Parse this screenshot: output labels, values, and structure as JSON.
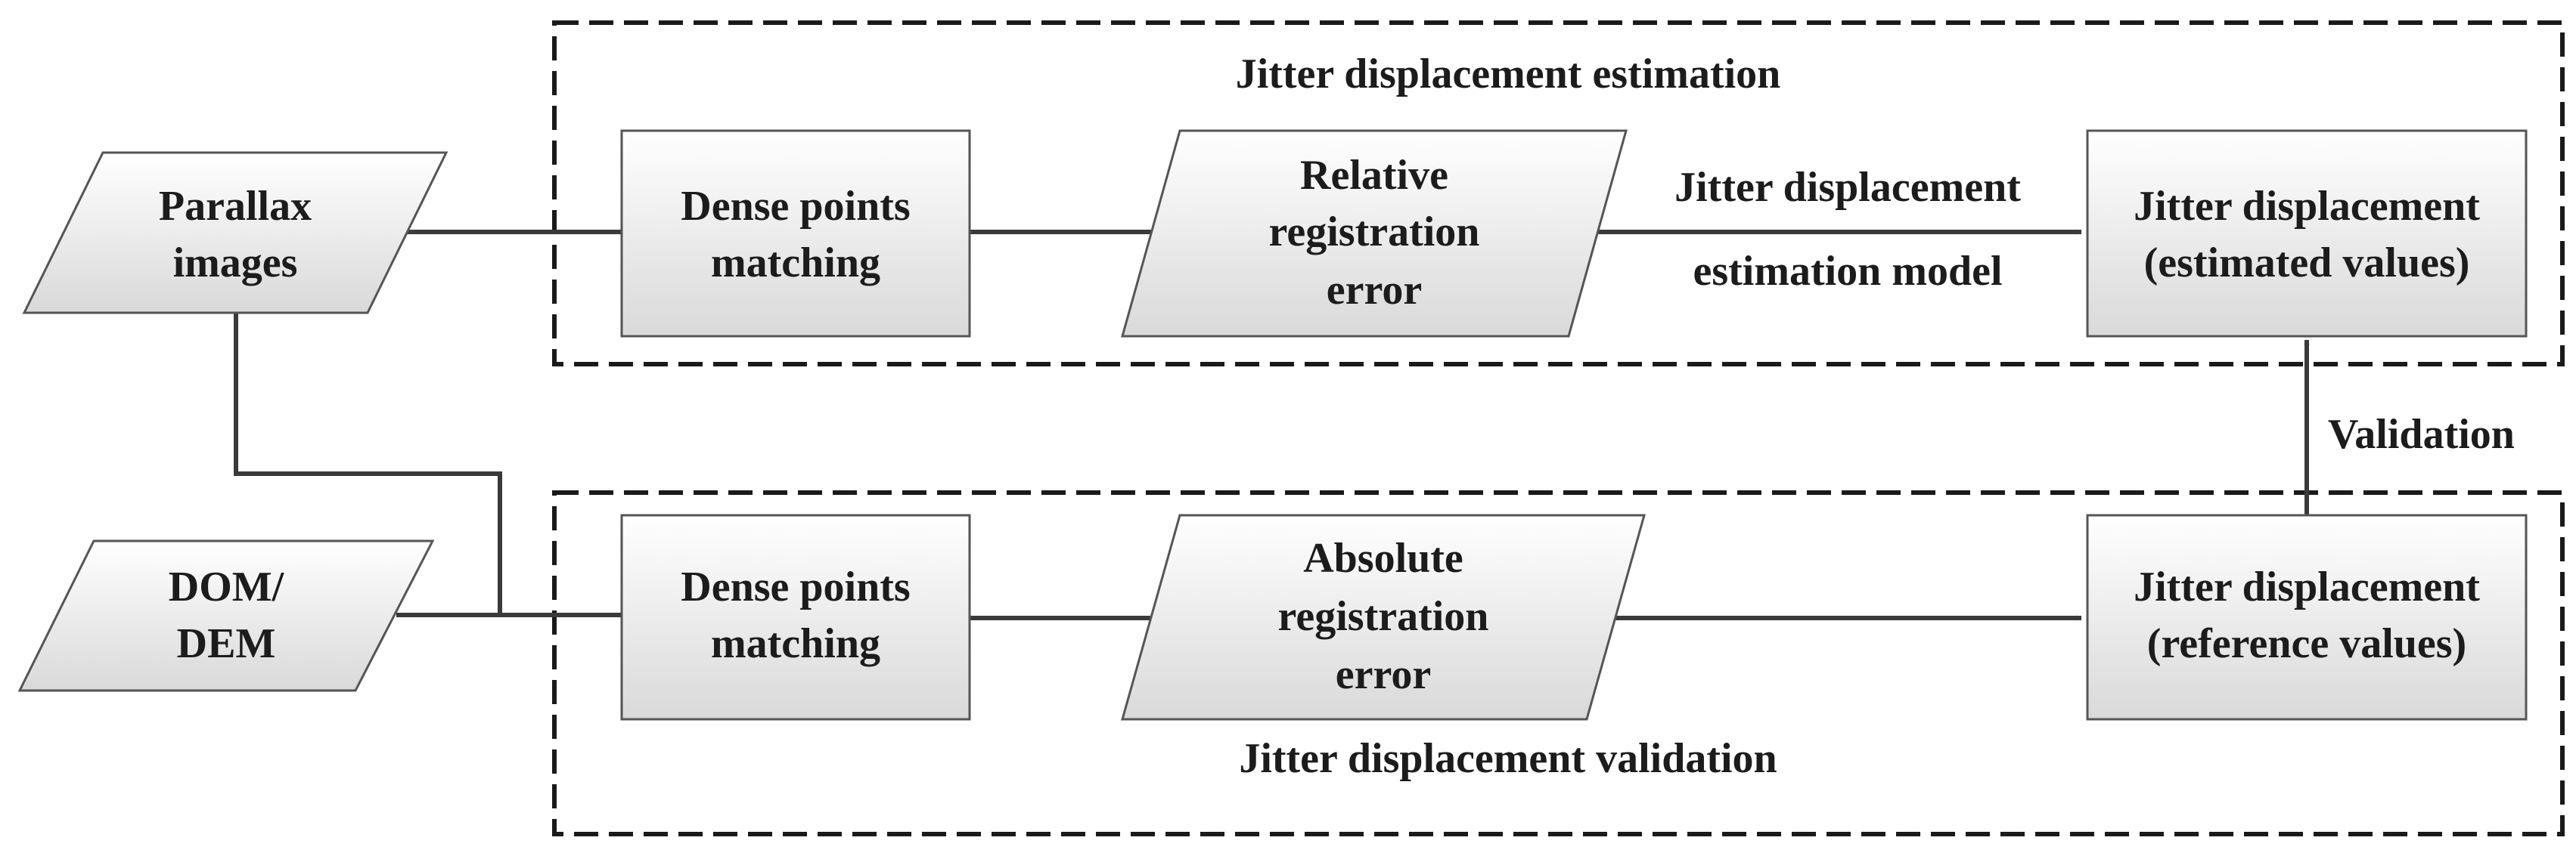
{
  "groups": {
    "estimation": {
      "title": "Jitter displacement estimation"
    },
    "validation": {
      "title": "Jitter displacement validation"
    }
  },
  "nodes": {
    "parallax_images": {
      "lines": [
        "Parallax",
        "images"
      ]
    },
    "dom_dem": {
      "lines": [
        "DOM/",
        "DEM"
      ]
    },
    "dense_matching_top": {
      "lines": [
        "Dense points",
        "matching"
      ]
    },
    "relative_error": {
      "lines": [
        "Relative",
        "registration",
        "error"
      ]
    },
    "jitter_estimated": {
      "lines": [
        "Jitter displacement",
        "(estimated values)"
      ]
    },
    "dense_matching_bottom": {
      "lines": [
        "Dense points",
        "matching"
      ]
    },
    "absolute_error": {
      "lines": [
        "Absolute",
        "registration",
        "error"
      ]
    },
    "jitter_reference": {
      "lines": [
        "Jitter displacement",
        "(reference values)"
      ]
    }
  },
  "edges": {
    "estimation_model": {
      "lines": [
        "Jitter displacement",
        "estimation model"
      ]
    },
    "validation": {
      "label": "Validation"
    }
  },
  "colors": {
    "box_top": "#ffffff",
    "box_bottom": "#d9d9d9",
    "stroke": "#3a3a3a",
    "text": "#1c1c1c"
  }
}
